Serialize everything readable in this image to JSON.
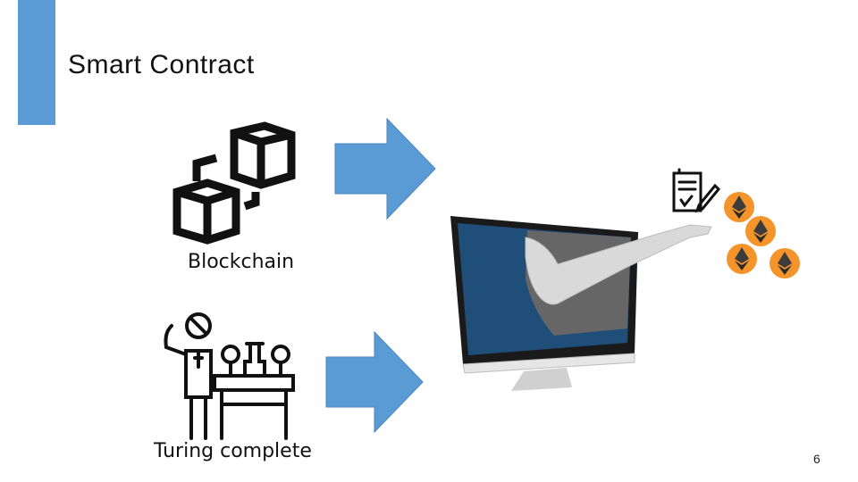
{
  "slide": {
    "title": "Smart Contract",
    "page_number": "6"
  },
  "items": {
    "blockchain": {
      "label": "Blockchain",
      "icon": "blockchain-cubes-icon"
    },
    "turing": {
      "label": "Turing complete",
      "icon": "engineer-machine-icon"
    }
  },
  "result": {
    "icons": [
      "monitor-icon",
      "contract-document-icon",
      "ethereum-coin-icon"
    ]
  },
  "colors": {
    "accent": "#5b9bd5",
    "coin": "#f5942b",
    "screen": "#1f4e79"
  }
}
